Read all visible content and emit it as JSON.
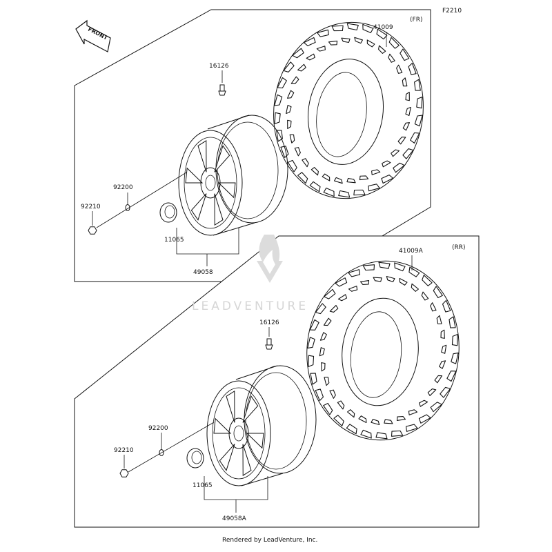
{
  "diagram_code": "F2210",
  "front_arrow_text": "FRONT",
  "watermark_text": "LEADVENTURE",
  "footer": "Rendered by LeadVenture, Inc.",
  "sections": [
    {
      "position_label": "(FR)",
      "parts": {
        "tire": "41009",
        "valve": "16126",
        "washer": "92200",
        "nut": "92210",
        "cap": "11065",
        "wheel": "49058"
      }
    },
    {
      "position_label": "(RR)",
      "parts": {
        "tire": "41009A",
        "valve": "16126",
        "washer": "92200",
        "nut": "92210",
        "cap": "11065",
        "wheel": "49058A"
      }
    }
  ],
  "colors": {
    "line": "#111111",
    "background": "#ffffff",
    "watermark": "#d6d6d6"
  }
}
